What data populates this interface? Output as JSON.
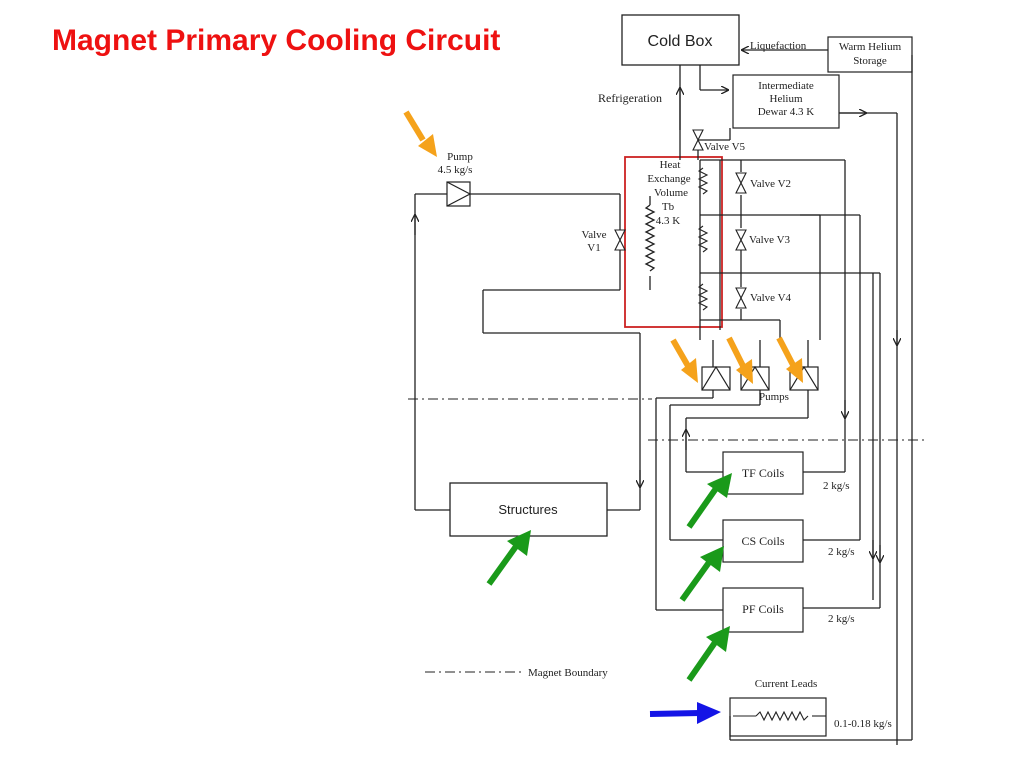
{
  "title": "Magnet Primary Cooling Circuit",
  "labels": {
    "cold_box": "Cold Box",
    "liquefaction": "Liquefaction",
    "warm_helium_storage_1": "Warm Helium",
    "warm_helium_storage_2": "Storage",
    "refrigeration": "Refrigeration",
    "dewar_1": "Intermediate",
    "dewar_2": "Helium",
    "dewar_3": "Dewar 4.3 K",
    "valve_v5": "Valve V5",
    "pump_1": "Pump",
    "pump_2": "4.5 kg/s",
    "hx_1": "Heat",
    "hx_2": "Exchange",
    "hx_3": "Volume",
    "hx_4": "Tb",
    "hx_5": "4.3 K",
    "valve_v1_1": "Valve",
    "valve_v1_2": "V1",
    "valve_v2": "Valve V2",
    "valve_v3": "Valve V3",
    "valve_v4": "Valve V4",
    "pumps": "Pumps",
    "structures": "Structures",
    "tf_coils": "TF Coils",
    "cs_coils": "CS Coils",
    "pf_coils": "PF Coils",
    "flow_tf": "2 kg/s",
    "flow_cs": "2 kg/s",
    "flow_pf": "2 kg/s",
    "current_leads": "Current Leads",
    "flow_leads": "0.1-0.18 kg/s",
    "magnet_boundary": "Magnet Boundary"
  },
  "colors": {
    "title": "#ee1111",
    "orange_arrow": "#f5a21b",
    "green_arrow": "#1a9a1a",
    "blue_arrow": "#1414e6",
    "highlight_box": "#cc2222"
  }
}
